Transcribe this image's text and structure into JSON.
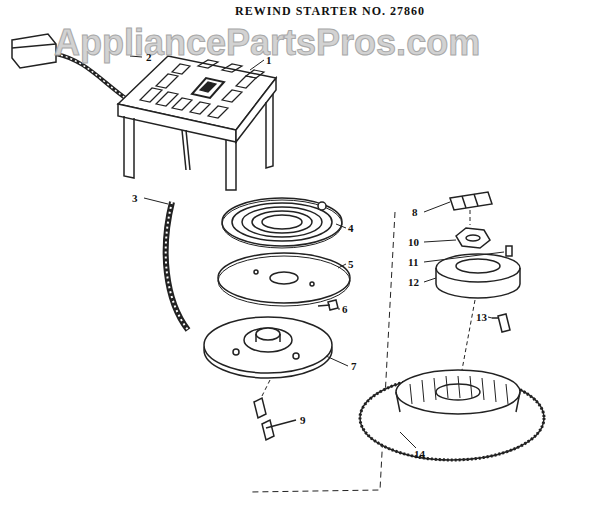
{
  "diagram": {
    "title": "REWIND STARTER NO. 27860",
    "labels": [
      "AppliancePartsPros.com",
      "2",
      "1",
      "3",
      "4",
      "5",
      "6",
      "7",
      "8",
      "10",
      "11",
      "12",
      "13",
      "9",
      "14"
    ]
  }
}
